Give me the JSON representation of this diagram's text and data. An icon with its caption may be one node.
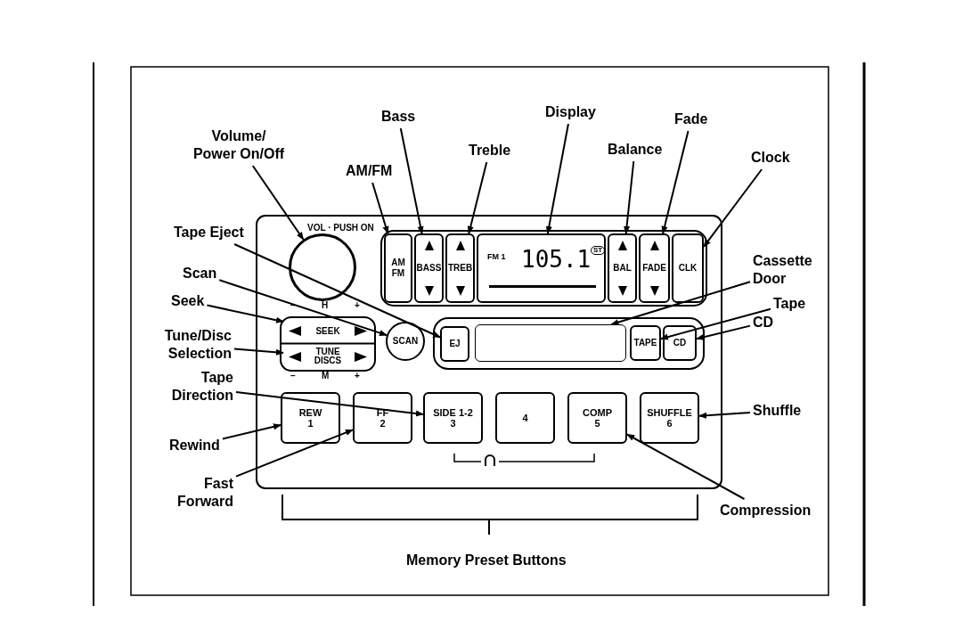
{
  "diagram": {
    "nodes": [
      {
        "text": [
          "Volume/ Power On/Off"
        ]
      },
      {
        "text": [
          "Bass"
        ]
      },
      {
        "text": [
          "AM/FM"
        ]
      },
      {
        "text": [
          "Treble"
        ]
      },
      {
        "text": [
          "Display"
        ]
      },
      {
        "text": [
          "Balance"
        ]
      },
      {
        "text": [
          "Fade"
        ]
      },
      {
        "text": [
          "Clock"
        ]
      },
      {
        "text": [
          "Tape Eject"
        ]
      },
      {
        "text": [
          "Scan"
        ]
      },
      {
        "text": [
          "Seek"
        ]
      },
      {
        "text": [
          "Tune/Disc Selection"
        ]
      },
      {
        "text": [
          "Cassette Door"
        ]
      },
      {
        "text": [
          "Tape"
        ]
      },
      {
        "text": [
          "CD"
        ]
      },
      {
        "text": [
          "Tape Direction"
        ]
      },
      {
        "text": [
          "Shuffle"
        ]
      },
      {
        "text": [
          "Rewind"
        ]
      },
      {
        "text": [
          "Fast Forward"
        ]
      },
      {
        "text": [
          "Compression"
        ]
      },
      {
        "text": [],
        "shape": "circle"
      },
      {
        "text": [
          "AM FM"
        ]
      },
      {
        "text": [
          "BASS"
        ]
      },
      {
        "text": [
          "TREB"
        ]
      },
      {
        "text": [
          "FM 1",
          "105.1",
          "ST"
        ]
      },
      {
        "text": [
          "BAL"
        ]
      },
      {
        "text": [
          "FADE"
        ]
      },
      {
        "text": [
          "CLK"
        ]
      },
      {
        "text": [
          "SEEK"
        ]
      },
      {
        "text": [
          "TUNE DISCS"
        ]
      },
      {
        "text": [
          "SCAN"
        ]
      },
      {
        "text": [
          "EJ"
        ]
      },
      {
        "text": [],
        "shape": "box"
      },
      {
        "text": [
          "TAPE"
        ]
      },
      {
        "text": [
          "CD"
        ]
      },
      {
        "text": [
          "REW",
          "1"
        ]
      },
      {
        "text": [
          "FF",
          "2"
        ]
      },
      {
        "text": [
          "SIDE 1-2",
          "3"
        ]
      },
      {
        "text": [
          "4"
        ]
      },
      {
        "text": [
          "COMP",
          "5"
        ]
      },
      {
        "text": [
          "SHUFFLE",
          "6"
        ]
      }
    ],
    "edges": [
      {
        "from": 0,
        "to": 20,
        "arrow": "to"
      },
      {
        "from": 1,
        "to": 22,
        "arrow": "to"
      },
      {
        "from": 2,
        "to": 21,
        "arrow": "to"
      },
      {
        "from": 3,
        "to": 23,
        "arrow": "to"
      },
      {
        "from": 4,
        "to": 24,
        "arrow": "to"
      },
      {
        "from": 5,
        "to": 25,
        "arrow": "to"
      },
      {
        "from": 6,
        "to": 26,
        "arrow": "to"
      },
      {
        "from": 7,
        "to": 27,
        "arrow": "to"
      },
      {
        "from": 8,
        "to": 31,
        "arrow": "to"
      },
      {
        "from": 9,
        "to": 30,
        "arrow": "to"
      },
      {
        "from": 10,
        "to": 28,
        "arrow": "to"
      },
      {
        "from": 11,
        "to": 29,
        "arrow": "to"
      },
      {
        "from": 12,
        "to": 32,
        "arrow": "to"
      },
      {
        "from": 13,
        "to": 33,
        "arrow": "to"
      },
      {
        "from": 14,
        "to": 34,
        "arrow": "to"
      },
      {
        "from": 15,
        "to": 37,
        "arrow": "to"
      },
      {
        "from": 16,
        "to": 40,
        "arrow": "to"
      },
      {
        "from": 17,
        "to": 35,
        "arrow": "to"
      },
      {
        "from": 18,
        "to": 36,
        "arrow": "to"
      },
      {
        "from": 19,
        "to": 39,
        "arrow": "to"
      }
    ],
    "labels": [
      "VOL · PUSH ON",
      "–",
      "H",
      "+",
      "–",
      "M",
      "+",
      "Memory Preset Buttons"
    ]
  }
}
